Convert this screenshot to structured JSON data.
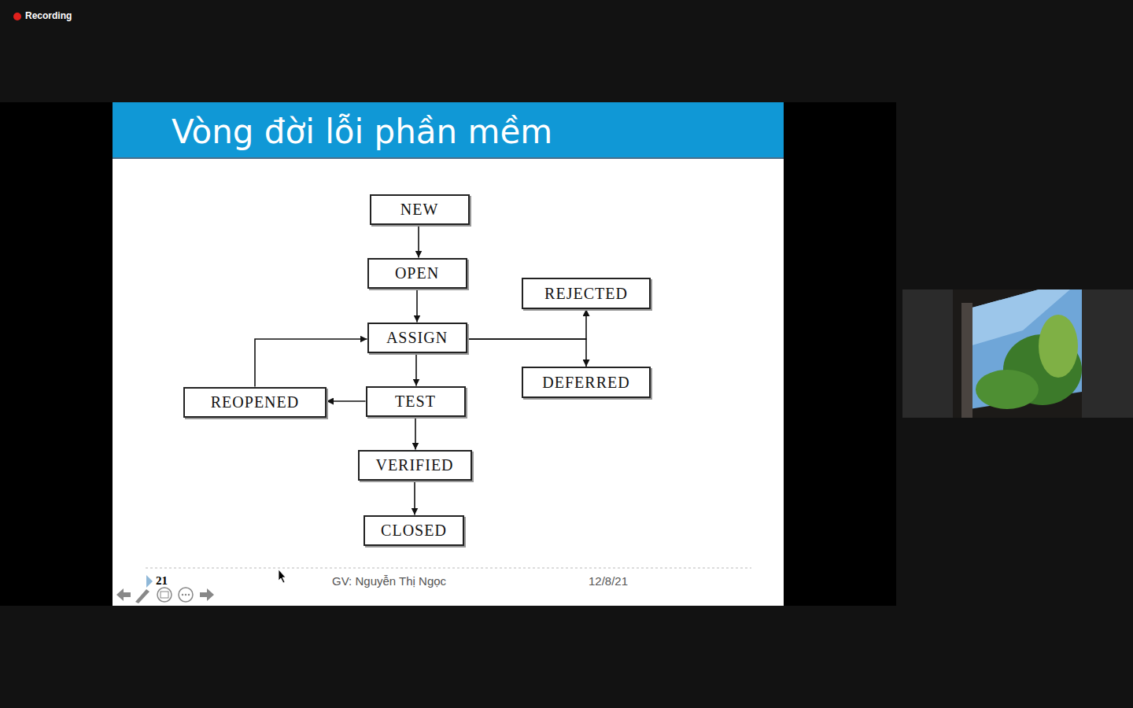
{
  "diagram": {
    "title": "Vòng đời lỗi phần mềm",
    "nodes": [
      {
        "text": [
          "NEW"
        ]
      },
      {
        "text": [
          "OPEN"
        ]
      },
      {
        "text": [
          "REJECTED"
        ]
      },
      {
        "text": [
          "ASSIGN"
        ]
      },
      {
        "text": [
          "DEFERRED"
        ]
      },
      {
        "text": [
          "REOPENED"
        ]
      },
      {
        "text": [
          "TEST"
        ]
      },
      {
        "text": [
          "VERIFIED"
        ]
      },
      {
        "text": [
          "CLOSED"
        ]
      }
    ],
    "edges": [
      {
        "from": 0,
        "to": 1,
        "arrow": "to"
      },
      {
        "from": 1,
        "to": 3,
        "arrow": "to"
      },
      {
        "from": 3,
        "to": 2,
        "arrow": "to"
      },
      {
        "from": 3,
        "to": 4,
        "arrow": "to"
      },
      {
        "from": 3,
        "to": 6,
        "arrow": "to"
      },
      {
        "from": 6,
        "to": 5,
        "arrow": "to"
      },
      {
        "from": 5,
        "to": 3,
        "arrow": "to"
      },
      {
        "from": 6,
        "to": 7,
        "arrow": "to"
      },
      {
        "from": 7,
        "to": 8,
        "arrow": "to"
      }
    ],
    "labels": [
      "Recording",
      "21",
      "GV: Nguyễn Thị Ngọc",
      "12/8/21"
    ]
  }
}
